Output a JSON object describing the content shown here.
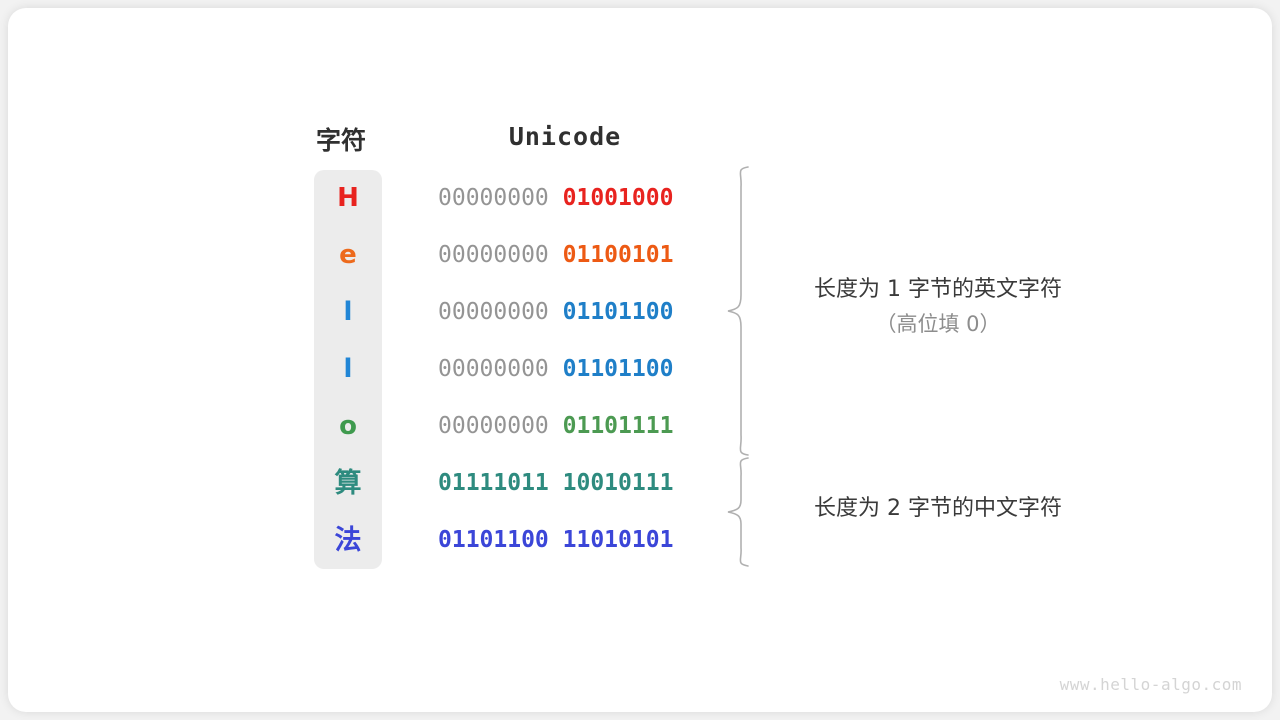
{
  "figure": {
    "headers": {
      "character": "字符",
      "unicode": "Unicode"
    },
    "rows": [
      {
        "char": "H",
        "char_color": "#e8231f",
        "high_byte": "00000000",
        "low_byte": "01001000",
        "high_byte_color": "#949494",
        "low_byte_color": "#e8231f",
        "is_cjk": false
      },
      {
        "char": "e",
        "char_color": "#ed6a1c",
        "high_byte": "00000000",
        "low_byte": "01100101",
        "high_byte_color": "#949494",
        "low_byte_color": "#ed5a14",
        "is_cjk": false
      },
      {
        "char": "l",
        "char_color": "#2186d6",
        "high_byte": "00000000",
        "low_byte": "01101100",
        "high_byte_color": "#949494",
        "low_byte_color": "#1f7fc8",
        "is_cjk": false
      },
      {
        "char": "l",
        "char_color": "#2186d6",
        "high_byte": "00000000",
        "low_byte": "01101100",
        "high_byte_color": "#949494",
        "low_byte_color": "#1f7fc8",
        "is_cjk": false
      },
      {
        "char": "o",
        "char_color": "#3f9a4e",
        "high_byte": "00000000",
        "low_byte": "01101111",
        "high_byte_color": "#949494",
        "low_byte_color": "#4c9a52",
        "is_cjk": false
      },
      {
        "char": "算",
        "char_color": "#2e8b7f",
        "high_byte": "01111011",
        "low_byte": "10010111",
        "high_byte_color": "#2e8b7f",
        "low_byte_color": "#2e8b7f",
        "is_cjk": true
      },
      {
        "char": "法",
        "char_color": "#3b46d8",
        "high_byte": "01101100",
        "low_byte": "11010101",
        "high_byte_color": "#3b46d8",
        "low_byte_color": "#3b46d8",
        "is_cjk": true
      }
    ],
    "annotations": [
      {
        "line1": "长度为 1 字节的英文字符",
        "line2": "（高位填 0）",
        "covers_rows": [
          0,
          1,
          2,
          3,
          4
        ]
      },
      {
        "line1": "长度为 2 字节的中文字符",
        "line2": "",
        "covers_rows": [
          5,
          6
        ]
      }
    ],
    "watermark": "www.hello-algo.com",
    "colors": {
      "chip_background": "#ececec",
      "card_background": "#ffffff",
      "page_background": "#f2f2f2",
      "brace_stroke": "#b0b0b0",
      "header_text": "#303030",
      "annotation_primary": "#3a3a3a",
      "annotation_secondary": "#8d8d8d",
      "watermark_text": "#d4d4d4"
    }
  }
}
